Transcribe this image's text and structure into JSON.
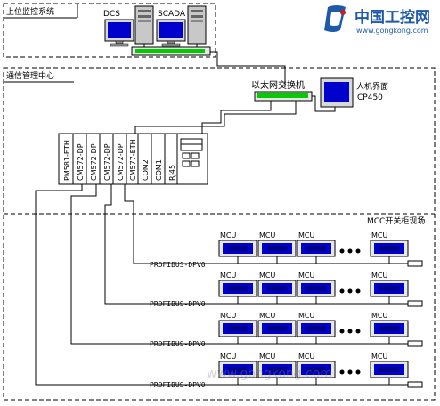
{
  "watermark": {
    "brand": "中国工控网",
    "url": "www.gongkong.com",
    "overlay_text": "www.gongkong.com",
    "logo_color": "#1e5aa8",
    "accent_color": "#c81e1e"
  },
  "sections": {
    "upper": "上位监控系统",
    "comm": "通信管理中心",
    "mcc": "MCC开关柜现场"
  },
  "upper_system": {
    "dcs": "DCS",
    "scada": "SCADA"
  },
  "ethernet": {
    "switch_label": "以太网交换机",
    "hmi_label": "人机界面",
    "hmi_model": "CP450"
  },
  "controller_modules": [
    "PM581-ETH",
    "CM572-DP",
    "CM572-DP",
    "CM572-DP",
    "CM572-DP",
    "CM577-ETH",
    "COM2",
    "COM1",
    "RJ45"
  ],
  "fieldbus": {
    "bus_label": "PROFIBUS-DPV0",
    "rows": [
      {
        "units": [
          "MCU",
          "MCU",
          "MCU",
          "MCU"
        ]
      },
      {
        "units": [
          "MCU",
          "MCU",
          "MCU",
          "MCU"
        ]
      },
      {
        "units": [
          "MCU",
          "MCU",
          "MCU",
          "MCU"
        ]
      },
      {
        "units": [
          "MCU",
          "MCU",
          "MCU",
          "MCU"
        ]
      }
    ]
  },
  "colors": {
    "line": "#000000",
    "screen_blue": "#0000cc",
    "screen_dark": "#000088",
    "switch_green": "#00cc00",
    "module_body": "#ffffff"
  }
}
